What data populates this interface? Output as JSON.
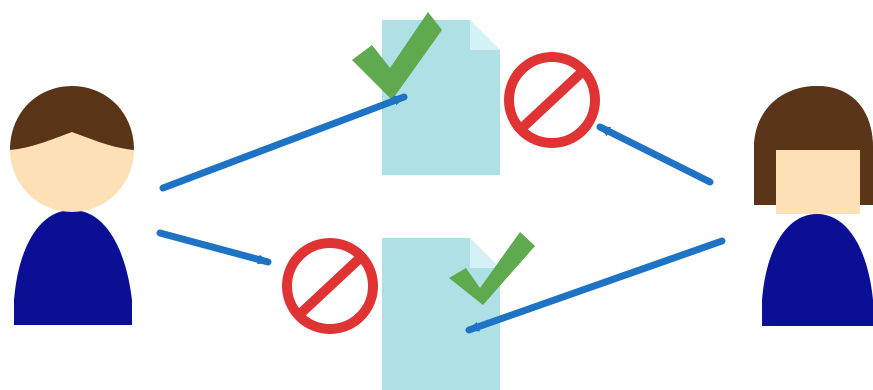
{
  "diagram": {
    "description_items": [
      "left-person",
      "right-person",
      "top-document",
      "bottom-document"
    ],
    "colors": {
      "background": "#ffffff",
      "skin": "#fde0b5",
      "male_hair": "#5a3416",
      "female_hair": "#5b3519",
      "shirt": "#0b0f95",
      "document": "#aee0e5",
      "document_fold": "#d4f2f5",
      "arrow": "#1f73c4",
      "allowed_check": "#5faa4f",
      "denied_sign": "#e03333"
    },
    "relations": [
      {
        "from": "left-person",
        "to": "top-document",
        "status": "allowed"
      },
      {
        "from": "left-person",
        "to": "bottom-document",
        "status": "denied"
      },
      {
        "from": "right-person",
        "to": "top-document",
        "status": "denied"
      },
      {
        "from": "right-person",
        "to": "bottom-document",
        "status": "allowed"
      }
    ],
    "icons": [
      "person-icon",
      "document-icon",
      "check-icon",
      "prohibited-icon",
      "arrow-icon"
    ]
  }
}
